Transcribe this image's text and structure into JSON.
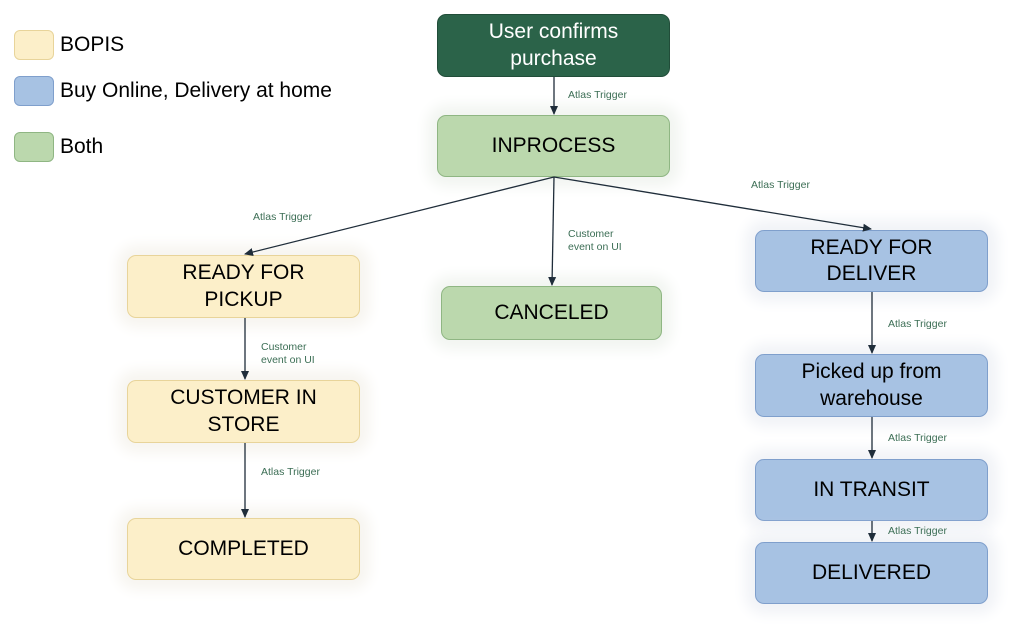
{
  "legend": [
    {
      "label": "BOPIS",
      "fill": "#fcefc9",
      "stroke": "#e8d49a"
    },
    {
      "label": "Buy Online, Delivery at home",
      "fill": "#a7c2e3",
      "stroke": "#7f9fcc"
    },
    {
      "label": "Both",
      "fill": "#bbd8ad",
      "stroke": "#8fb683"
    }
  ],
  "nodes": {
    "start": {
      "line1": "User confirms",
      "line2": "purchase"
    },
    "inprocess": {
      "label": "INPROCESS"
    },
    "ready_pickup": {
      "line1": "READY FOR",
      "line2": "PICKUP"
    },
    "canceled": {
      "label": "CANCELED"
    },
    "ready_deliver": {
      "line1": "READY FOR",
      "line2": "DELIVER"
    },
    "customer_in_store": {
      "line1": "CUSTOMER IN",
      "line2": "STORE"
    },
    "completed": {
      "label": "COMPLETED"
    },
    "picked_up": {
      "line1": "Picked up from",
      "line2": "warehouse"
    },
    "in_transit": {
      "label": "IN TRANSIT"
    },
    "delivered": {
      "label": "DELIVERED"
    }
  },
  "edge_labels": {
    "start_to_inprocess": "Atlas Trigger",
    "inprocess_to_pickup": "Atlas Trigger",
    "inprocess_to_canceled_line1": "Customer",
    "inprocess_to_canceled_line2": "event on UI",
    "inprocess_to_deliver": "Atlas Trigger",
    "pickup_to_store_line1": "Customer",
    "pickup_to_store_line2": "event on UI",
    "store_to_completed": "Atlas Trigger",
    "deliver_to_picked": "Atlas Trigger",
    "picked_to_transit": "Atlas Trigger",
    "transit_to_delivered": "Atlas Trigger"
  },
  "colors": {
    "bopis": "#fcefc9",
    "delivery": "#a7c2e3",
    "both": "#bbd8ad",
    "start": "#2b6349",
    "edge": "#1f2d3a",
    "edge_label": "#3c6e55"
  }
}
